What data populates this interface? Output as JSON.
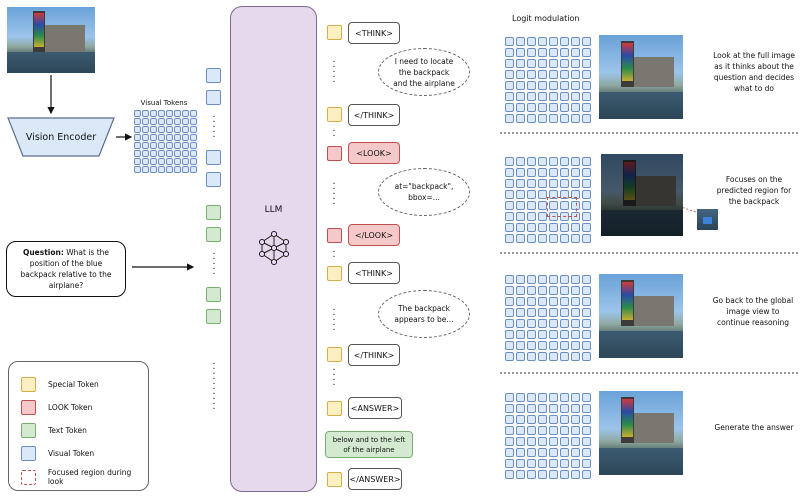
{
  "encoder": {
    "label": "Vision Encoder"
  },
  "visual_tokens_label": "Visual Tokens",
  "question": {
    "bold": "Question:",
    "text": " What is the position of the blue backpack relative to the airplane?"
  },
  "llm": {
    "label": "LLM"
  },
  "sequence": {
    "think_open": "<THINK>",
    "think_close": "</THINK>",
    "look_open": "<LOOK>",
    "look_close": "</LOOK>",
    "answer_open": "<ANSWER>",
    "answer_close": "</ANSWER>",
    "thought1": "I need to locate the backpack and the airplane",
    "thought2": "at=\"backpack\",\nbbox=...",
    "thought3": "The backpack appears to be...",
    "answer_text": "below and to the left of the airplane"
  },
  "right": {
    "title": "Logit modulation",
    "steps": [
      {
        "desc": "Look at the full image as it thinks about the question and decides what to do"
      },
      {
        "desc": "Focuses on the predicted region for the backpack"
      },
      {
        "desc": "Go back to the global image view to continue reasoning"
      },
      {
        "desc": "Generate the answer"
      }
    ]
  },
  "legend": {
    "items": [
      {
        "label": "Special Token",
        "color": "#fcefc2",
        "border": "#d4b04a"
      },
      {
        "label": "LOOK Token",
        "color": "#f5c9c9",
        "border": "#c0504d"
      },
      {
        "label": "Text Token",
        "color": "#d3ead0",
        "border": "#78b070"
      },
      {
        "label": "Visual Token",
        "color": "#dbe8f8",
        "border": "#6b8fc4"
      },
      {
        "label": "Focused region during look",
        "color": "#ffffff",
        "border": "#c0504d"
      }
    ]
  }
}
